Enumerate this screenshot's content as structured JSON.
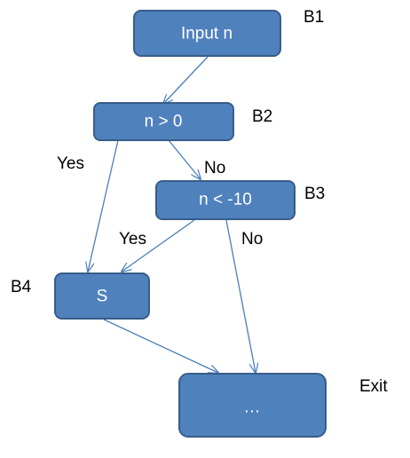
{
  "colors": {
    "node_fill": "#4f81bd",
    "node_stroke": "#385d8a",
    "node_text": "#ffffff",
    "edge": "#4a7ebb",
    "label": "#000000"
  },
  "nodes": {
    "b1": {
      "text": "Input n",
      "id_label": "B1"
    },
    "b2": {
      "text": "n > 0",
      "id_label": "B2"
    },
    "b3": {
      "text": "n < -10",
      "id_label": "B3"
    },
    "b4": {
      "text": "S",
      "id_label": "B4"
    },
    "exit": {
      "text": "…",
      "id_label": "Exit"
    }
  },
  "edges": {
    "b2_to_b4": {
      "label": "Yes"
    },
    "b2_to_b3": {
      "label": "No"
    },
    "b3_to_b4": {
      "label": "Yes"
    },
    "b3_to_exit": {
      "label": "No"
    }
  }
}
